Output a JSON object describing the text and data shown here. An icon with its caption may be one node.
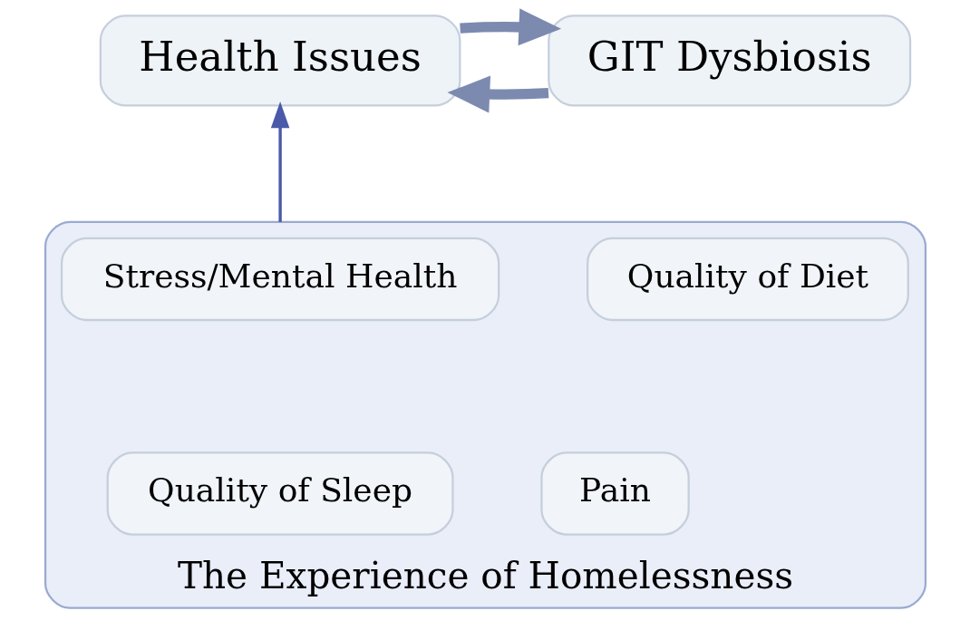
{
  "diagram": {
    "nodes": [
      {
        "text": [
          "Health Issues"
        ]
      },
      {
        "text": [
          "GIT Dysbiosis"
        ]
      },
      {
        "text": [
          "The Experience of Homelessness"
        ]
      },
      {
        "text": [
          "Stress/Mental Health"
        ],
        "in": 2
      },
      {
        "text": [
          "Quality of Diet"
        ],
        "in": 2
      },
      {
        "text": [
          "Quality of Sleep"
        ],
        "in": 2
      },
      {
        "text": [
          "Pain"
        ],
        "in": 2
      }
    ],
    "edges": [
      {
        "from": 2,
        "to": 0,
        "arrow": "to",
        "color": "#4a5aa8"
      },
      {
        "from": 0,
        "to": 1,
        "arrow": "to"
      },
      {
        "from": 1,
        "to": 0,
        "arrow": "to"
      }
    ]
  }
}
